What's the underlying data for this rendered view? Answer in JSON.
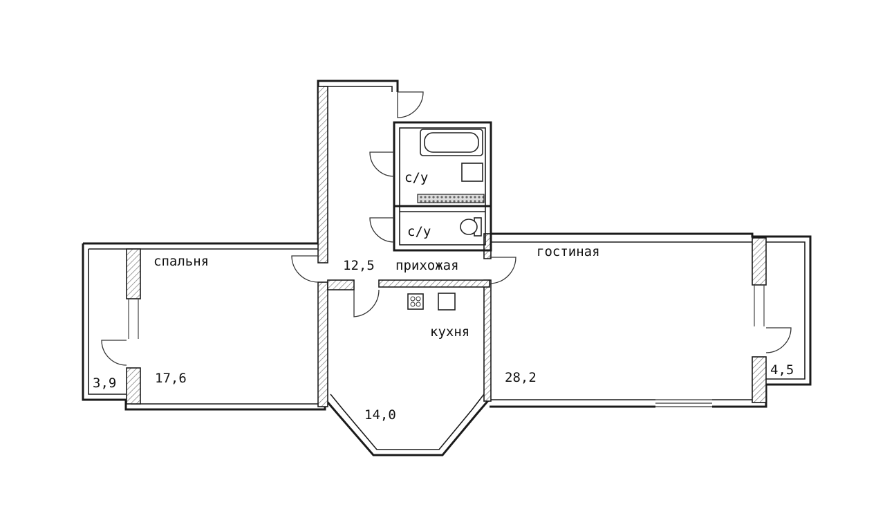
{
  "rooms": {
    "bedroom": {
      "label": "спальня",
      "area": "17,6"
    },
    "hallway": {
      "label": "прихожая",
      "area": "12,5"
    },
    "kitchen": {
      "label": "кухня",
      "area": "14,0"
    },
    "living": {
      "label": "гостиная",
      "area": "28,2"
    },
    "bathroom": {
      "label": "с/у"
    },
    "toilet": {
      "label": "с/у"
    },
    "balcony_left": {
      "area": "3,9"
    },
    "balcony_right": {
      "area": "4,5"
    }
  },
  "colors": {
    "wall": "#1a1a1a",
    "background": "#ffffff"
  }
}
